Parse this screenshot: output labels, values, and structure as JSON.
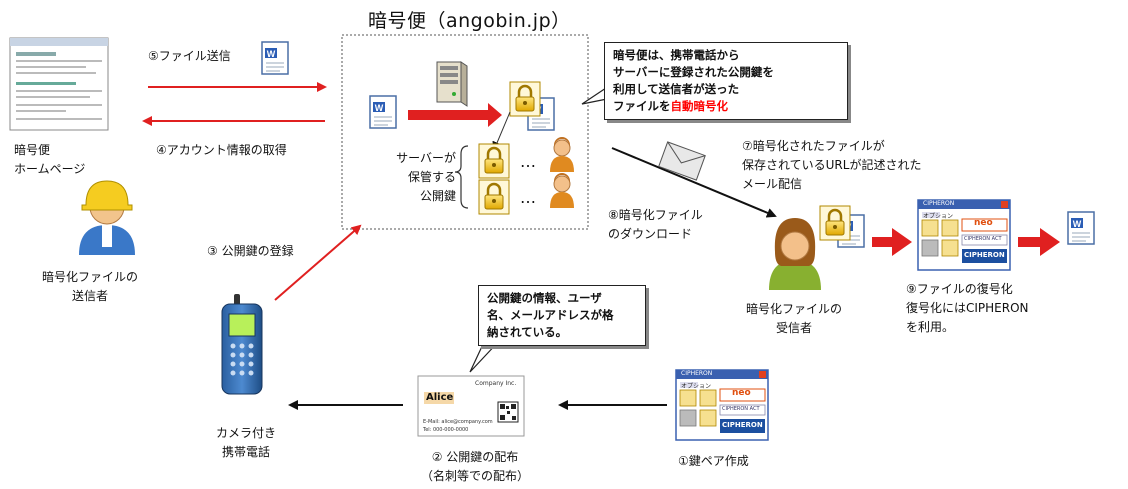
{
  "service": {
    "title": "暗号便（angobin.jp）"
  },
  "homepage": {
    "label_line1": "暗号便",
    "label_line2": "ホームページ"
  },
  "steps": {
    "s1": "①鍵ペア作成",
    "s2": "② 公開鍵の配布",
    "s2_sub": "（名刺等での配布）",
    "s3": "③ 公開鍵の登録",
    "s4": "④アカウント情報の取得",
    "s5": "⑤ファイル送信",
    "s7_line1": "⑦暗号化されたファイルが",
    "s7_line2": "保存されているURLが記述された",
    "s7_line3": "メール配信",
    "s8_line1": "⑧暗号化ファイル",
    "s8_line2": "のダウンロード",
    "s9_line1": "⑨ファイルの復号化",
    "s9_line2": "復号化にはCIPHERON",
    "s9_line3": "を利用。"
  },
  "server": {
    "keys_label_line1": "サーバーが",
    "keys_label_line2": "保管する",
    "keys_label_line3": "公開鍵",
    "ellipsis": "…"
  },
  "callout_server": {
    "line1": "暗号便は、携帯電話から",
    "line2": "サーバーに登録された公開鍵を",
    "line3": "利用して送信者が送った",
    "line4_prefix": "ファイルを",
    "line4_highlight": "自動暗号化"
  },
  "callout_card": {
    "line1": "公開鍵の情報、ユーザ",
    "line2": "名、メールアドレスが格",
    "line3": "納されている。"
  },
  "sender": {
    "line1": "暗号化ファイルの",
    "line2": "送信者"
  },
  "receiver": {
    "line1": "暗号化ファイルの",
    "line2": "受信者"
  },
  "phone": {
    "line1": "カメラ付き",
    "line2": "携帯電話"
  },
  "business_card": {
    "name": "Alice",
    "company": "Company Inc.",
    "email": "E-Mail: alice@company.com",
    "tel": "Tel: 000-000-0000"
  },
  "cipheron_app": {
    "title": "CIPHERON",
    "menu": "オプション",
    "neo": "neo",
    "cipheron_sub": "CIPHERON ACT",
    "logo": "CIPHERON"
  },
  "colors": {
    "red_arrow": "#e02020",
    "highlight": "#ff0000",
    "black_arrow": "#111111"
  }
}
